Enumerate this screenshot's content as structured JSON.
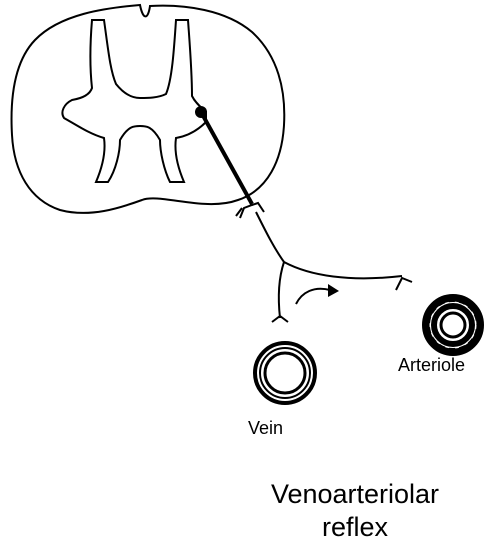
{
  "labels": {
    "vein": "Vein",
    "arteriole": "Arteriole",
    "title_line1": "Venoarteriolar",
    "title_line2": "reflex"
  },
  "colors": {
    "ink": "#000000",
    "background": "#ffffff"
  }
}
